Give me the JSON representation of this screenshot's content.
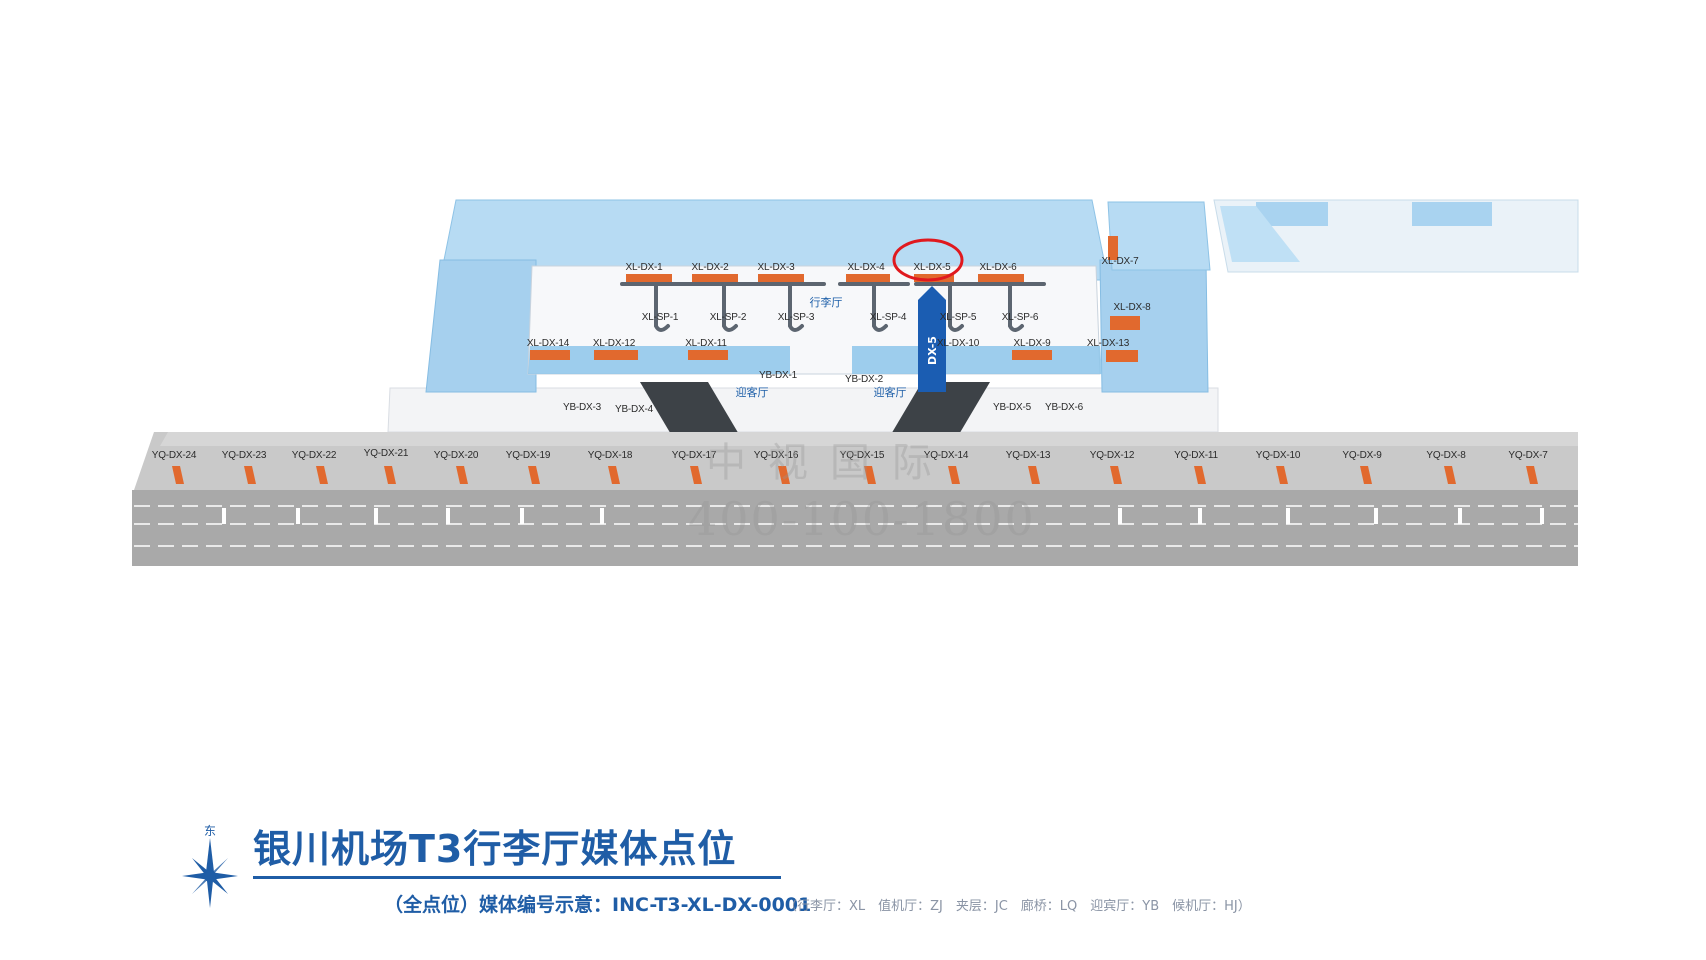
{
  "title": "银川机场T3行李厅媒体点位",
  "subtitle": "（全点位）媒体编号示意：INC-T3-XL-DX-0001",
  "legend_note": "（行李厅：XL　值机厅：ZJ　夹层：JC　廊桥：LQ　迎宾厅：YB　候机厅：HJ）",
  "compass_letter": "东",
  "halls": {
    "baggage": "行李厅",
    "arrival_1": "迎客厅",
    "arrival_2": "迎客厅"
  },
  "highlight_tag": "DX-5",
  "watermark": {
    "company": "中视国际",
    "phone": "400-100-1800"
  },
  "labels": {
    "xl_dx_1": "XL-DX-1",
    "xl_dx_2": "XL-DX-2",
    "xl_dx_3": "XL-DX-3",
    "xl_dx_4": "XL-DX-4",
    "xl_dx_5": "XL-DX-5",
    "xl_dx_6": "XL-DX-6",
    "xl_dx_7": "XL-DX-7",
    "xl_dx_8": "XL-DX-8",
    "xl_dx_9": "XL-DX-9",
    "xl_dx_10": "XL-DX-10",
    "xl_dx_11": "XL-DX-11",
    "xl_dx_12": "XL-DX-12",
    "xl_dx_13": "XL-DX-13",
    "xl_dx_14": "XL-DX-14",
    "xl_sp_1": "XL-SP-1",
    "xl_sp_2": "XL-SP-2",
    "xl_sp_3": "XL-SP-3",
    "xl_sp_4": "XL-SP-4",
    "xl_sp_5": "XL-SP-5",
    "xl_sp_6": "XL-SP-6",
    "yb_dx_1": "YB-DX-1",
    "yb_dx_2": "YB-DX-2",
    "yb_dx_3": "YB-DX-3",
    "yb_dx_4": "YB-DX-4",
    "yb_dx_5": "YB-DX-5",
    "yb_dx_6": "YB-DX-6",
    "yq_dx_24": "YQ-DX-24",
    "yq_dx_23": "YQ-DX-23",
    "yq_dx_22": "YQ-DX-22",
    "yq_dx_21": "YQ-DX-21",
    "yq_dx_20": "YQ-DX-20",
    "yq_dx_19": "YQ-DX-19",
    "yq_dx_18": "YQ-DX-18",
    "yq_dx_17": "YQ-DX-17",
    "yq_dx_16": "YQ-DX-16",
    "yq_dx_15": "YQ-DX-15",
    "yq_dx_14": "YQ-DX-14",
    "yq_dx_13": "YQ-DX-13",
    "yq_dx_12": "YQ-DX-12",
    "yq_dx_11": "YQ-DX-11",
    "yq_dx_10": "YQ-DX-10",
    "yq_dx_9": "YQ-DX-9",
    "yq_dx_8": "YQ-DX-8",
    "yq_dx_7": "YQ-DX-7"
  },
  "colors": {
    "brand": "#1f5da6",
    "glass": "#a9d3f0",
    "media": "#e1692e",
    "highlight_circle": "#e0191e",
    "road": "#bdbdbd"
  }
}
